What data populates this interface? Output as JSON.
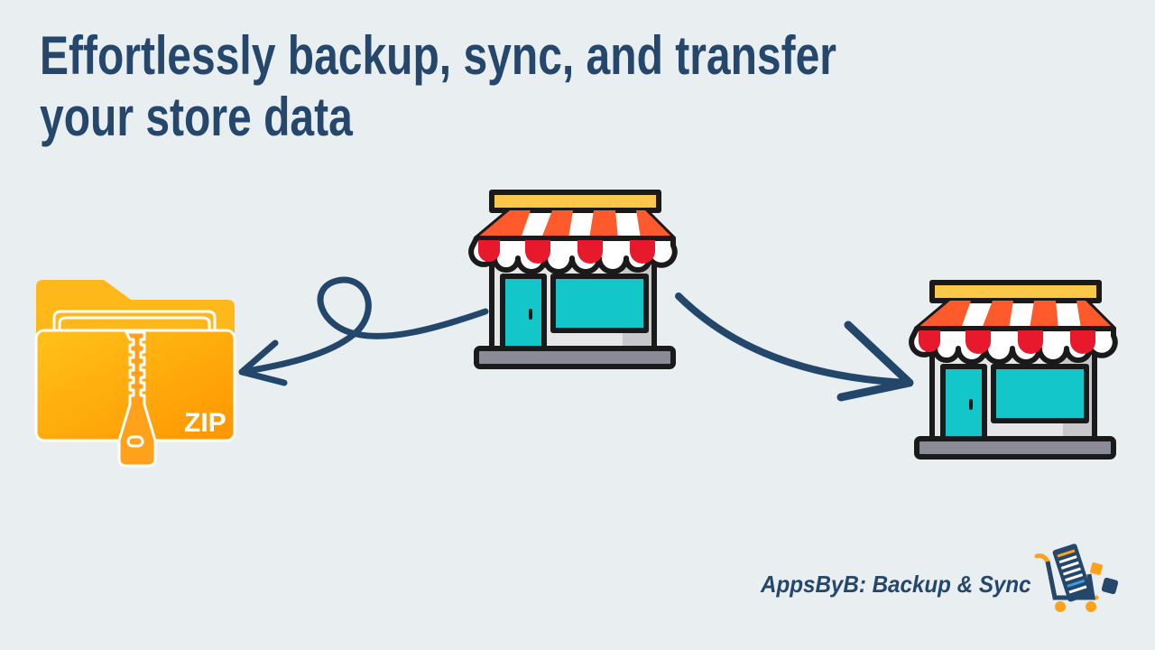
{
  "headline": {
    "line1": "Effortlessly backup, sync, and transfer",
    "line2": "your store data"
  },
  "zip_folder": {
    "label": "ZIP",
    "icon": "zip-folder-icon"
  },
  "source_store": {
    "icon": "store-icon"
  },
  "target_store": {
    "icon": "store-icon"
  },
  "footer": {
    "brand": "AppsByB: Backup & Sync",
    "logo": "cart-logo-icon"
  },
  "colors": {
    "background": "#e9eef0",
    "text": "#24476b",
    "arrow": "#23476b",
    "folder": "#ffa11a",
    "awning_red": "#e8192c",
    "teal": "#13c6c9"
  }
}
